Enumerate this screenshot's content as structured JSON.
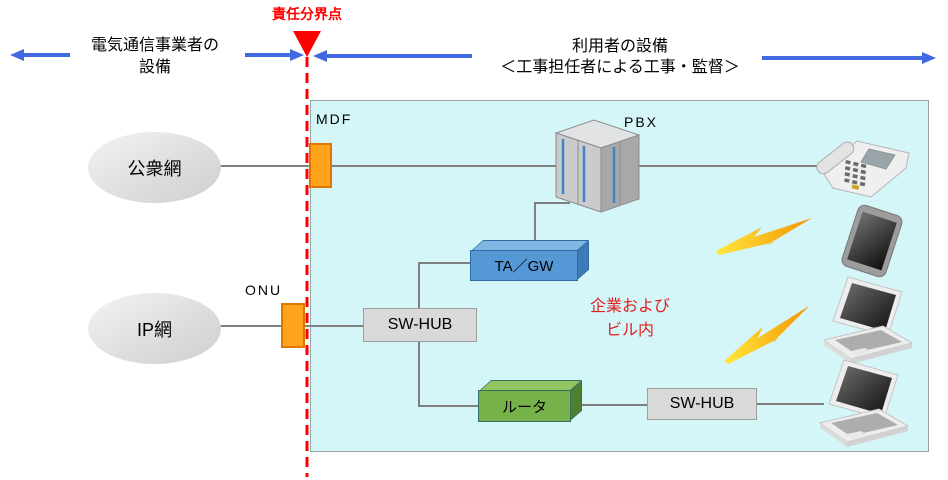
{
  "diagram": {
    "demarcation": {
      "label": "責任分界点"
    },
    "carrier_side": {
      "line1": "電気通信事業者の",
      "line2": "設備"
    },
    "user_side": {
      "line1": "利用者の設備",
      "line2": "＜工事担任者による工事・監督＞"
    },
    "nodes": {
      "public_network": {
        "label": "公衆網"
      },
      "ip_network": {
        "label": "IP網"
      },
      "mdf": {
        "label": "MDF"
      },
      "onu": {
        "label": "ONU"
      },
      "pbx": {
        "label": "PBX"
      },
      "ta_gw": {
        "label": "TA／GW"
      },
      "sw_hub_1": {
        "label": "SW-HUB"
      },
      "sw_hub_2": {
        "label": "SW-HUB"
      },
      "router": {
        "label": "ルータ"
      }
    },
    "area_note": {
      "line1": "企業および",
      "line2": "ビル内"
    },
    "icons": {
      "pbx": "server-cabinet-icon",
      "phone": "desk-phone-icon",
      "tablet": "tablet-icon",
      "laptop_upper": "laptop-icon",
      "laptop_lower": "laptop-icon",
      "wireless_upper": "lightning-bolt-icon",
      "wireless_lower": "lightning-bolt-icon"
    },
    "colors": {
      "arrow_blue": "#4169E1",
      "demarcation_red": "#FF0000",
      "area_fill": "#D4F6F8",
      "terminal_orange": "#FFA41C",
      "hub_gray": "#D9D9D9",
      "ta_gw_blue": "#5598D6",
      "router_green": "#76B24A",
      "note_red": "#E02020",
      "line_gray": "#7F7F7F"
    }
  }
}
